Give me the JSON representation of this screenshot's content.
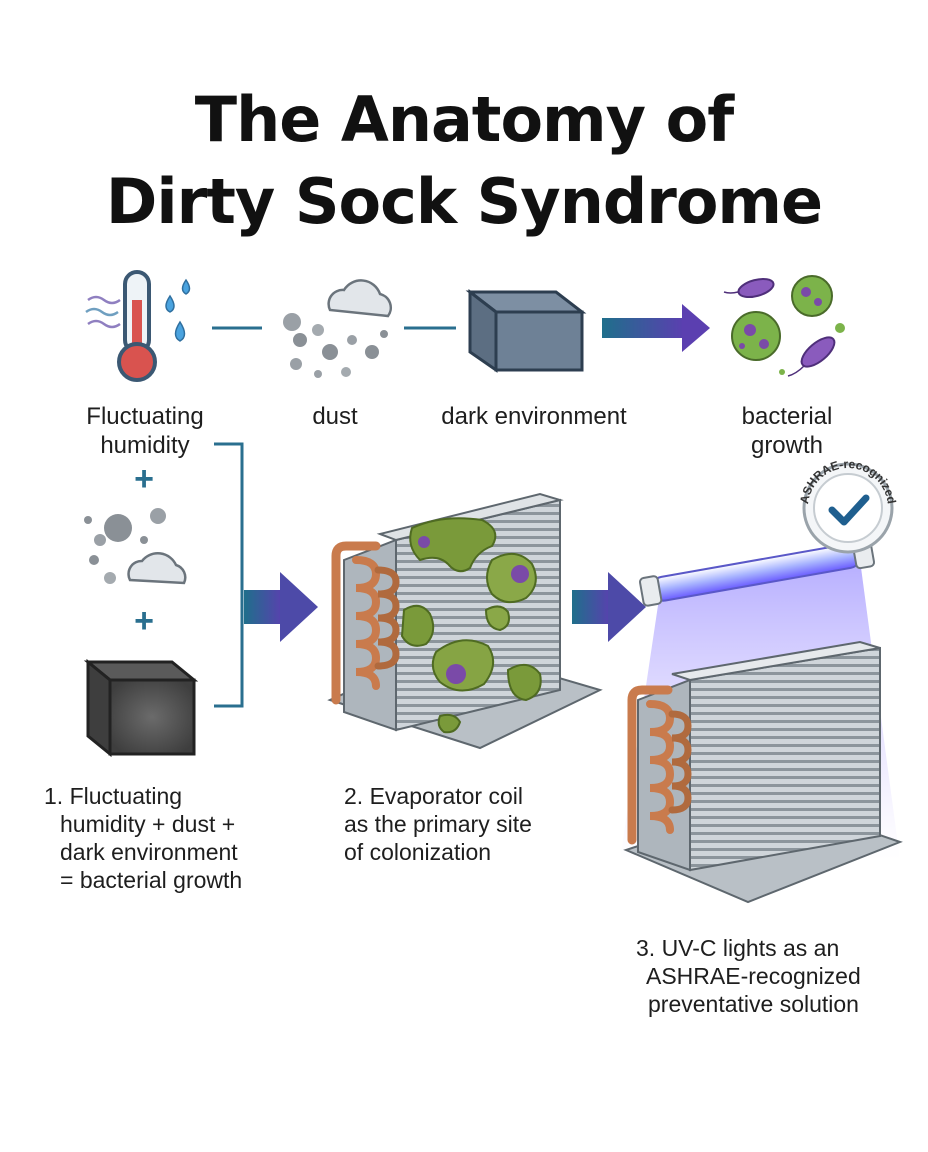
{
  "title": {
    "line1": "The Anatomy of",
    "line2": "Dirty Sock Syndrome"
  },
  "top_row": {
    "humidity": {
      "line1": "Fluctuating",
      "line2": "humidity",
      "icon": "thermometer-icon"
    },
    "dust": {
      "label": "dust",
      "icon": "dust-cloud-icon"
    },
    "dark": {
      "label": "dark environment",
      "icon": "box-icon"
    },
    "bacteria": {
      "line1": "bacterial",
      "line2": "growth",
      "icon": "bacteria-icon"
    }
  },
  "plus_symbol": "+",
  "badge": {
    "text": "ASHRAE-recognized",
    "icon": "checkmark-icon"
  },
  "steps": [
    {
      "lines": [
        "1. Fluctuating",
        "humidity + dust +",
        "dark environment",
        "= bacterial growth"
      ]
    },
    {
      "lines": [
        "2. Evaporator coil",
        "as the primary site",
        "of colonization"
      ]
    },
    {
      "lines": [
        "3. UV-C lights as an",
        "ASHRAE-recognized",
        "preventative solution"
      ]
    }
  ],
  "colors": {
    "arrow_start": "#1f6f8b",
    "arrow_end": "#5b3fb0",
    "connector": "#2a6f8f",
    "copper": "#c97b4d",
    "slime": "#7a9a3a",
    "bacteria_green": "#7cb34a",
    "bacteria_purple": "#7a4aa8",
    "uv": "#6a5cff"
  }
}
